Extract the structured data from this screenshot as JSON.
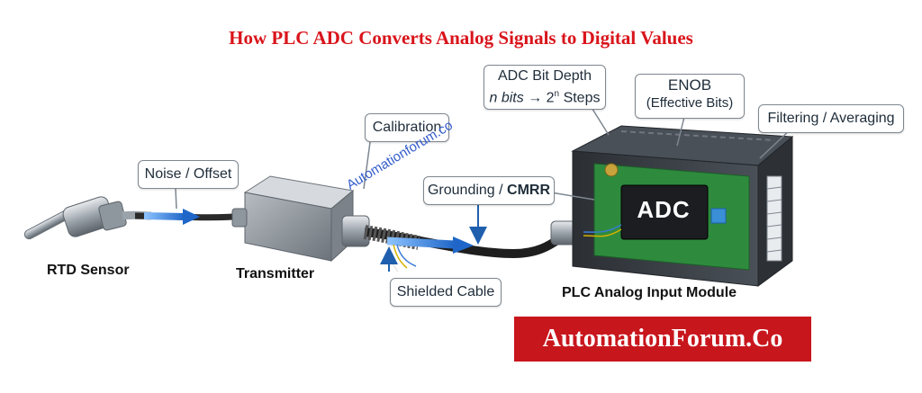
{
  "title": "How PLC ADC Converts Analog Signals to Digital Values",
  "callouts": {
    "noise_offset": "Noise / Offset",
    "calibration": "Calibration",
    "adc_bit_depth": {
      "line1": "ADC Bit Depth",
      "line2_prefix": "n bits",
      "line2_arrow": "→ 2",
      "line2_sup": "n",
      "line2_suffix": "Steps"
    },
    "enob": {
      "line1": "ENOB",
      "line2": "(Effective Bits)"
    },
    "filtering": "Filtering / Averaging",
    "grounding": {
      "part1": "Grounding / ",
      "part2": "CMRR"
    },
    "shielded_cable": "Shielded Cable"
  },
  "labels": {
    "rtd_sensor": "RTD Sensor",
    "transmitter": "Transmitter",
    "plc_module": "PLC Analog Input Module",
    "adc_chip": "ADC"
  },
  "watermark": "Automationforum.co",
  "brand": "AutomationForum.Co",
  "colors": {
    "title": "#d9141b",
    "brand_bg": "#c8161d",
    "signal_arrow": "#2f7fd9",
    "pcb": "#2e8b3e",
    "housing": "#3a3f45"
  }
}
